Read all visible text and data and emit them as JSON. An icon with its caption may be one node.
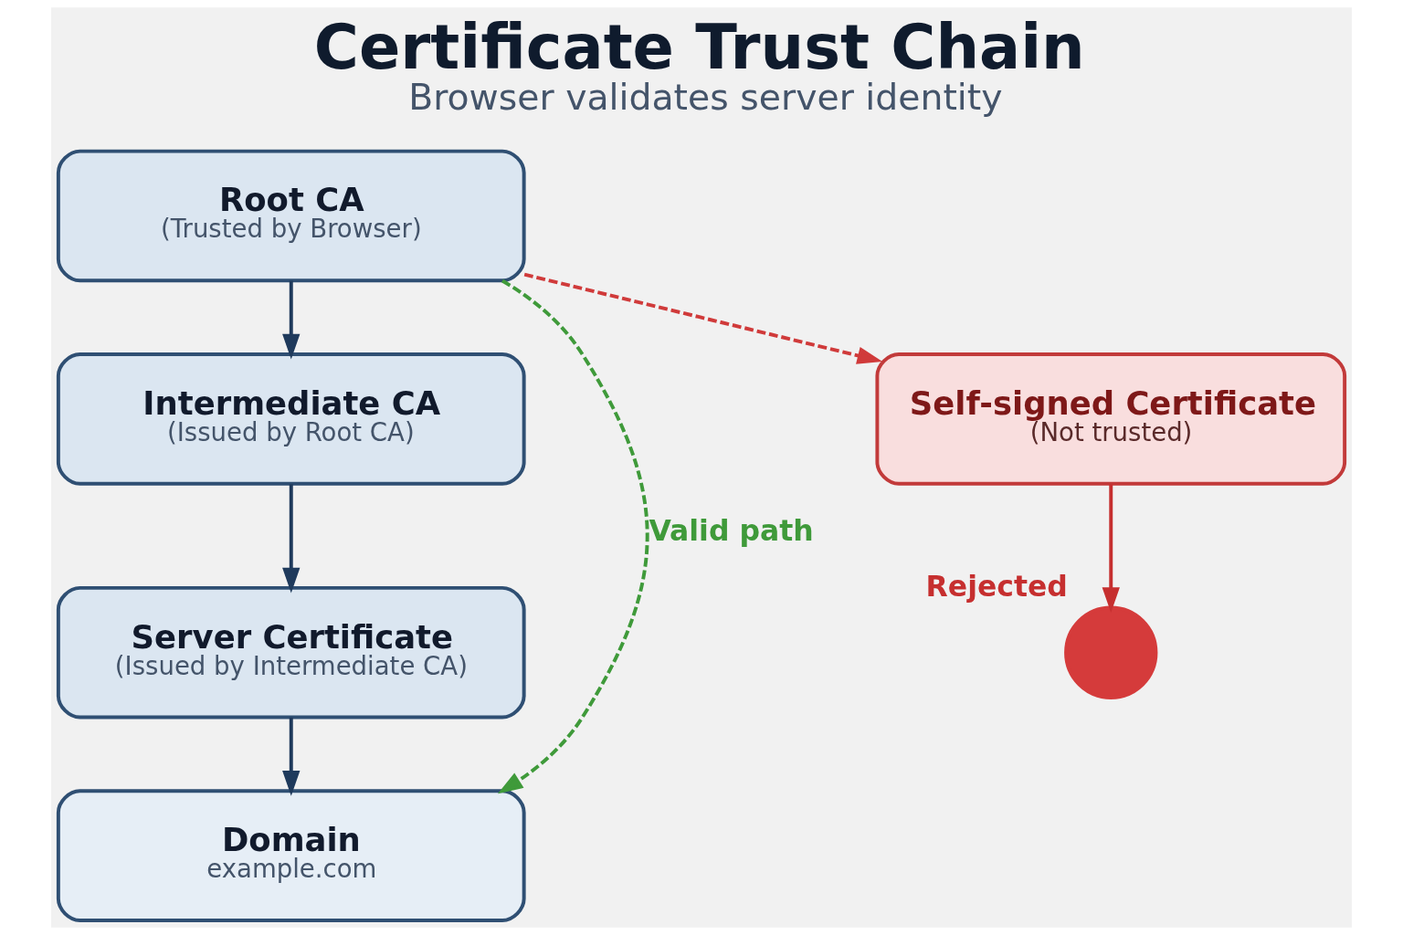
{
  "diagram": {
    "title": "Certificate Trust Chain",
    "caption": "Browser validates server identity",
    "nodes": [
      {
        "text": [
          "Root CA",
          "(Trusted by Browser)"
        ]
      },
      {
        "text": [
          "Intermediate CA",
          "(Issued by Root CA)"
        ]
      },
      {
        "text": [
          "Server Certificate",
          "(Issued by Intermediate CA)"
        ]
      },
      {
        "text": [
          "Domain",
          "example.com"
        ]
      },
      {
        "text": [
          "Self-signed Certificate",
          "(Not trusted)"
        ]
      },
      {
        "text": [],
        "shape": "circle",
        "beside": [
          "Rejected"
        ]
      }
    ],
    "edges": [
      {
        "from": 0,
        "to": 1,
        "arrow": "to"
      },
      {
        "from": 1,
        "to": 2,
        "arrow": "to"
      },
      {
        "from": 2,
        "to": 3,
        "arrow": "to"
      },
      {
        "from": 0,
        "to": 3,
        "arrow": "to",
        "style": "dashed",
        "color": "#3f9a3a",
        "label": "Valid path"
      },
      {
        "from": 0,
        "to": 4,
        "arrow": "to",
        "style": "dashed",
        "color": "#d03a3a"
      },
      {
        "from": 4,
        "to": 5,
        "arrow": "to",
        "color": "#c62f2f"
      }
    ]
  }
}
